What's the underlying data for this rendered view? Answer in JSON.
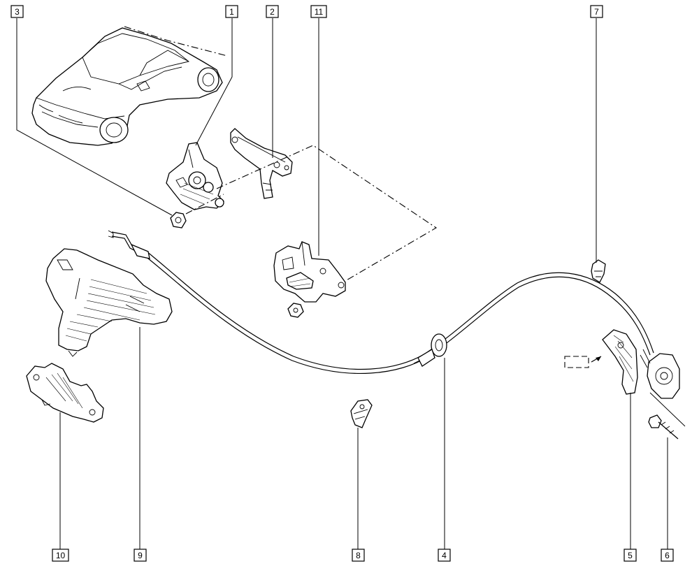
{
  "callouts": [
    {
      "id": "c3",
      "label": "3"
    },
    {
      "id": "c1",
      "label": "1"
    },
    {
      "id": "c2",
      "label": "2"
    },
    {
      "id": "c11",
      "label": "11"
    },
    {
      "id": "c7",
      "label": "7"
    },
    {
      "id": "c10",
      "label": "10"
    },
    {
      "id": "c9",
      "label": "9"
    },
    {
      "id": "c8",
      "label": "8"
    },
    {
      "id": "c4",
      "label": "4"
    },
    {
      "id": "c5",
      "label": "5"
    },
    {
      "id": "c6",
      "label": "6"
    }
  ]
}
